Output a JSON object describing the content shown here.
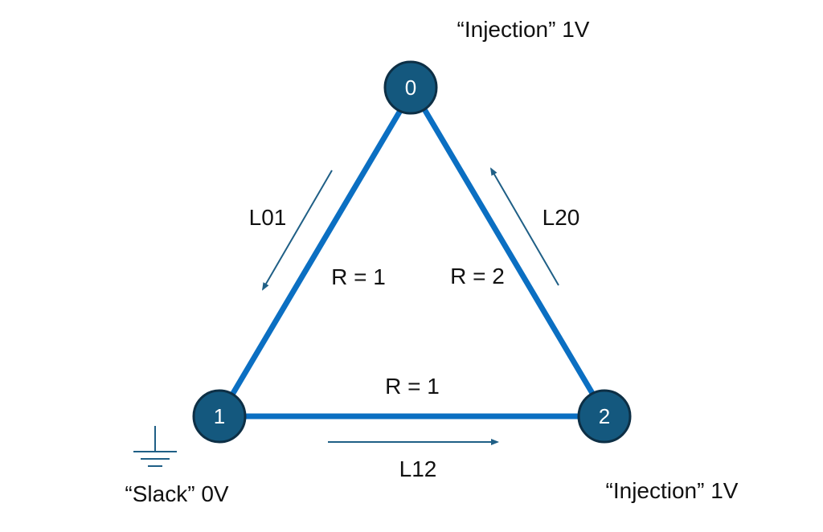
{
  "colors": {
    "edge": "#0b6fc2",
    "node_fill": "#14587e",
    "node_stroke": "#0d2f45",
    "arrow": "#1f5f86"
  },
  "nodes": [
    {
      "id": "0",
      "label": "0",
      "annotation": "“Injection” 1V"
    },
    {
      "id": "1",
      "label": "1",
      "annotation": "“Slack” 0V"
    },
    {
      "id": "2",
      "label": "2",
      "annotation": "“Injection” 1V"
    }
  ],
  "edges": [
    {
      "id": "L01",
      "from": "0",
      "to": "1",
      "name": "L01",
      "resistance": "R = 1"
    },
    {
      "id": "L20",
      "from": "2",
      "to": "0",
      "name": "L20",
      "resistance": "R = 2"
    },
    {
      "id": "L12",
      "from": "1",
      "to": "2",
      "name": "L12",
      "resistance": "R = 1"
    }
  ],
  "ground_icon": "ground-symbol-icon"
}
